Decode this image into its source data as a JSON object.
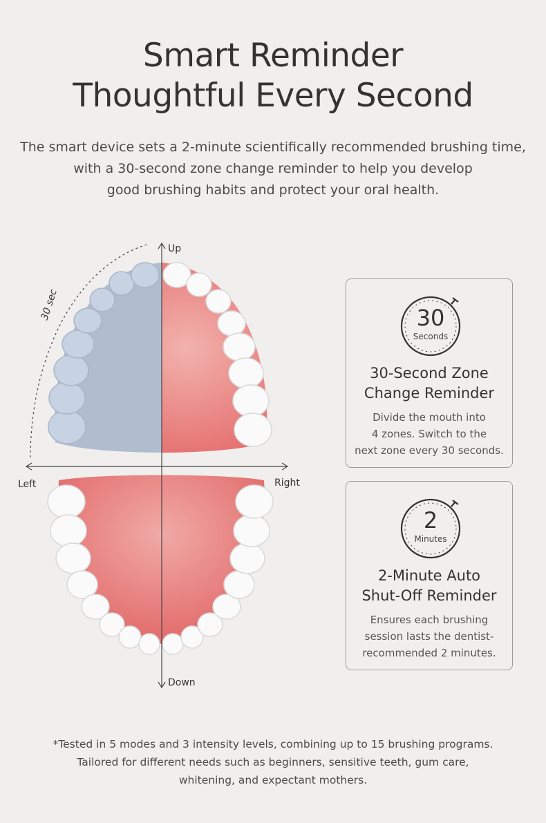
{
  "heading": {
    "line1": "Smart Reminder",
    "line2": "Thoughtful Every Second"
  },
  "intro": {
    "line1": "The smart device sets a 2-minute scientifically recommended brushing time,",
    "line2": "with a 30-second zone change reminder to help you develop",
    "line3": "good brushing habits and protect your oral health."
  },
  "diagram": {
    "arc_label": "30 sec",
    "up": "Up",
    "down": "Down",
    "left": "Left",
    "right": "Right",
    "colors": {
      "active_zone": "#a9b6cc",
      "gum": "#e88c8c",
      "tooth": "#ffffff"
    }
  },
  "features": [
    {
      "value": "30",
      "unit": "Seconds",
      "title_line1": "30-Second Zone",
      "title_line2": "Change Reminder",
      "desc_line1": "Divide the mouth into",
      "desc_line2": "4 zones. Switch to the",
      "desc_line3": "next zone every 30 seconds.",
      "icon": "stopwatch-icon"
    },
    {
      "value": "2",
      "unit": "Minutes",
      "title_line1": "2-Minute Auto",
      "title_line2": "Shut-Off Reminder",
      "desc_line1": "Ensures each brushing",
      "desc_line2": "session lasts the dentist-",
      "desc_line3": "recommended 2 minutes.",
      "icon": "stopwatch-icon"
    }
  ],
  "footnote": {
    "line1": "*Tested in 5 modes and 3 intensity levels, combining up to 15 brushing programs.",
    "line2": "Tailored for different needs such as beginners, sensitive teeth, gum care,",
    "line3": "whitening, and expectant mothers."
  }
}
